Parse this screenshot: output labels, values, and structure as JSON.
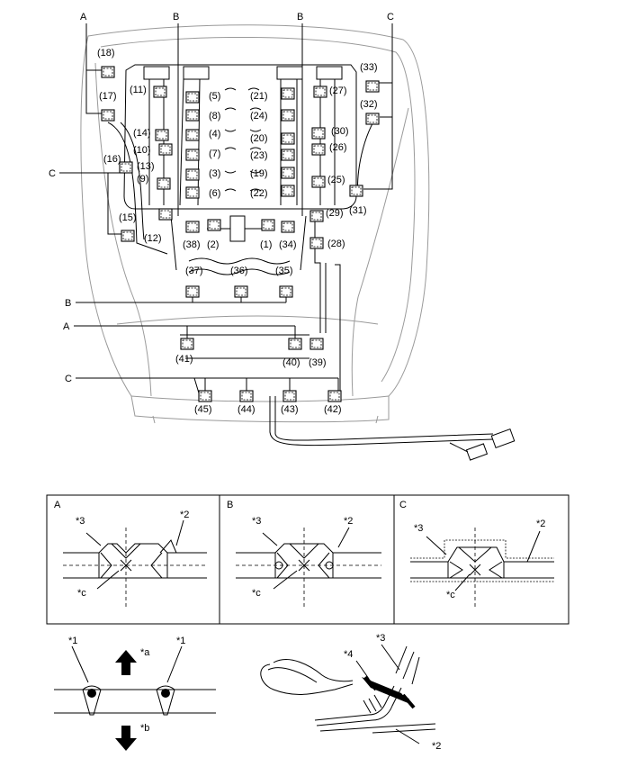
{
  "seat_diagram": {
    "group_letters": {
      "a": "A",
      "b": "B",
      "c": "C"
    },
    "clip_labels": {
      "c1": "(1)",
      "c2": "(2)",
      "c3": "(3)",
      "c4": "(4)",
      "c5": "(5)",
      "c6": "(6)",
      "c7": "(7)",
      "c8": "(8)",
      "c9": "(9)",
      "c10": "(10)",
      "c11": "(11)",
      "c12": "(12)",
      "c13": "(13)",
      "c14": "(14)",
      "c15": "(15)",
      "c16": "(16)",
      "c17": "(17)",
      "c18": "(18)",
      "c19": "(19)",
      "c20": "(20)",
      "c21": "(21)",
      "c22": "(22)",
      "c23": "(23)",
      "c24": "(24)",
      "c25": "(25)",
      "c26": "(26)",
      "c27": "(27)",
      "c28": "(28)",
      "c29": "(29)",
      "c30": "(30)",
      "c31": "(31)",
      "c32": "(32)",
      "c33": "(33)",
      "c34": "(34)",
      "c35": "(35)",
      "c36": "(36)",
      "c37": "(37)",
      "c38": "(38)",
      "c39": "(39)",
      "c40": "(40)",
      "c41": "(41)",
      "c42": "(42)",
      "c43": "(43)",
      "c44": "(44)",
      "c45": "(45)"
    }
  },
  "detail_panels": {
    "a": {
      "letter": "A",
      "c3": "*3",
      "c2": "*2",
      "cc": "*c"
    },
    "b": {
      "letter": "B",
      "c3": "*3",
      "c2": "*2",
      "cc": "*c"
    },
    "c": {
      "letter": "C",
      "c3": "*3",
      "c2": "*2",
      "cc": "*c"
    }
  },
  "hog_ring_detail": {
    "c1_left": "*1",
    "c1_right": "*1",
    "ca": "*a",
    "cb": "*b"
  },
  "install_detail": {
    "c3": "*3",
    "c4": "*4",
    "c2": "*2"
  }
}
